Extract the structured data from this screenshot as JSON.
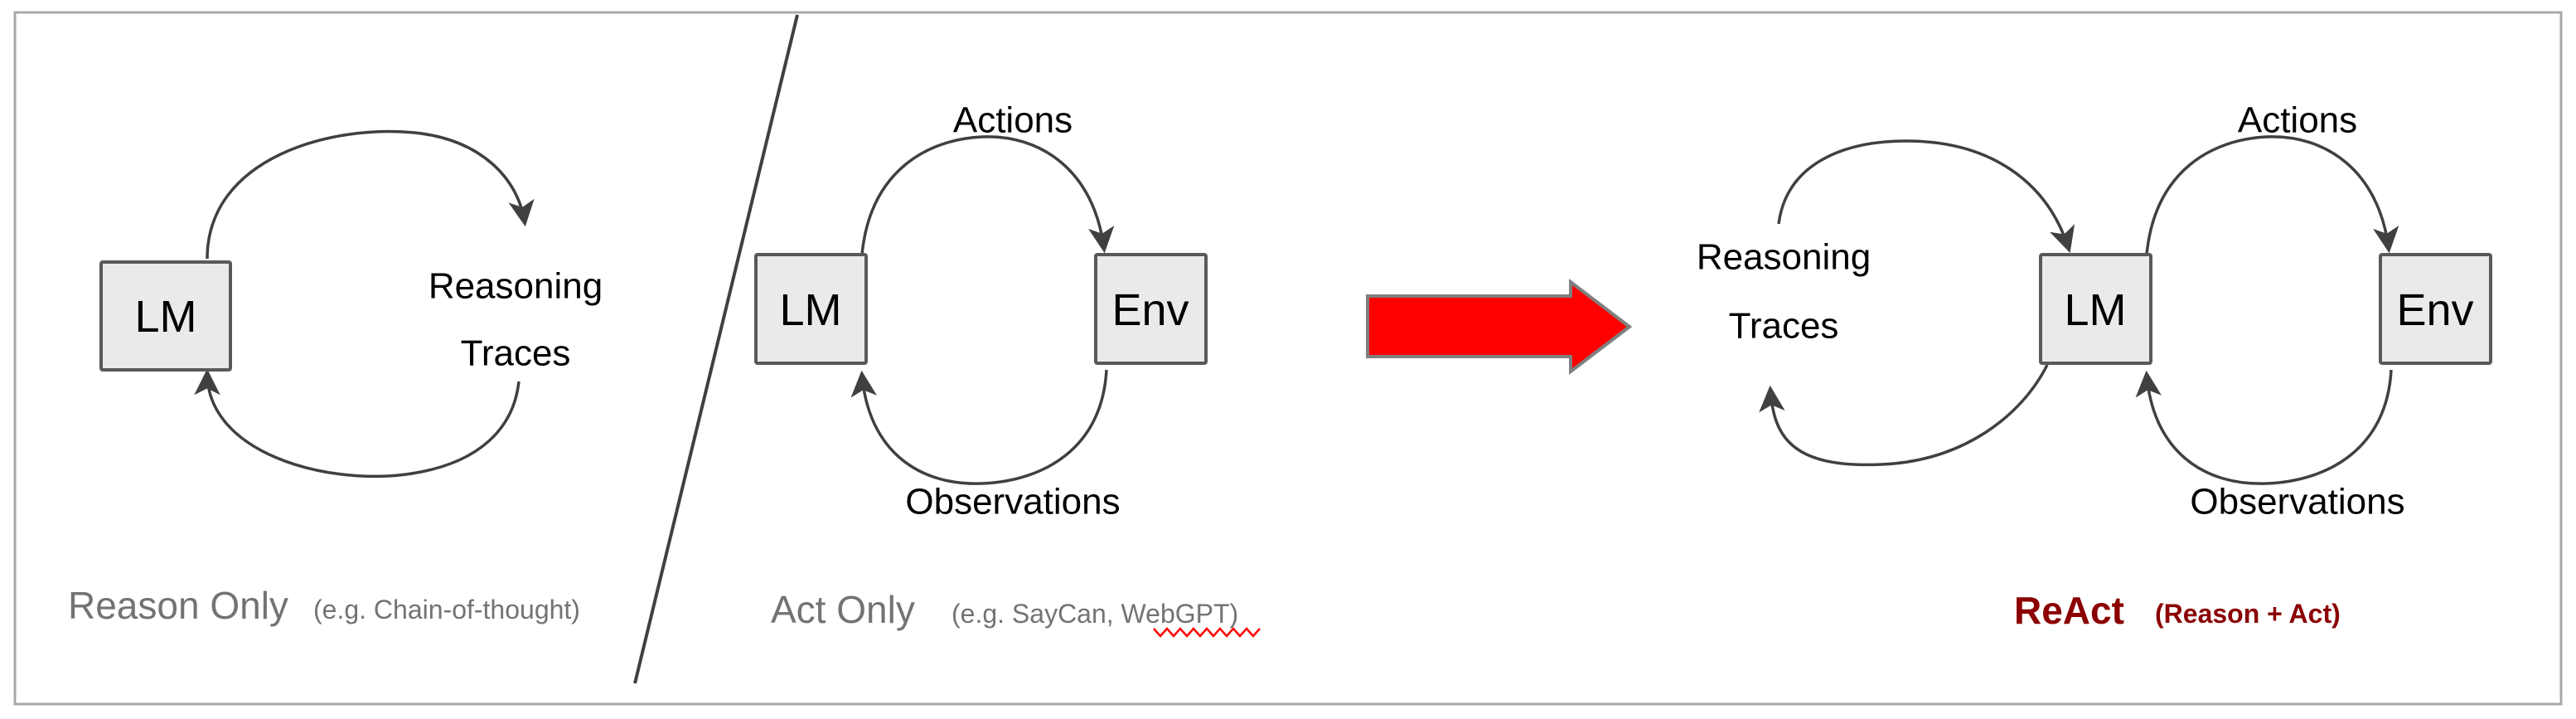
{
  "figure": {
    "title": "ReAct comparison diagram",
    "border_color": "#a8a8a8",
    "background": "#ffffff"
  },
  "colors": {
    "box_fill": "#eaeaea",
    "box_stroke": "#595959",
    "arrow_stroke": "#404040",
    "caption_gray": "#737373",
    "react_red": "#8b0000",
    "big_arrow_fill": "#ff0000",
    "big_arrow_stroke": "#7f7f7f",
    "divider": "#404040",
    "spellcheck_red": "#ff0000"
  },
  "panels": {
    "reason_only": {
      "boxes": [
        {
          "id": "lm",
          "label": "LM"
        }
      ],
      "loop_labels": {
        "line1": "Reasoning",
        "line2": "Traces"
      },
      "caption": {
        "main": "Reason Only",
        "sub": "(e.g. Chain-of-thought)"
      }
    },
    "act_only": {
      "boxes": [
        {
          "id": "lm",
          "label": "LM"
        },
        {
          "id": "env",
          "label": "Env"
        }
      ],
      "loop_labels": {
        "top": "Actions",
        "bottom": "Observations"
      },
      "caption": {
        "main": "Act Only",
        "sub": "(e.g. SayCan, WebGPT)",
        "spellcheck_word": "WebGPT"
      }
    },
    "react": {
      "boxes": [
        {
          "id": "lm",
          "label": "LM"
        },
        {
          "id": "env",
          "label": "Env"
        }
      ],
      "reason_loop_labels": {
        "line1": "Reasoning",
        "line2": "Traces"
      },
      "act_loop_labels": {
        "top": "Actions",
        "bottom": "Observations"
      },
      "caption": {
        "main": "ReAct",
        "sub": "(Reason + Act)"
      }
    }
  },
  "transition_arrow": {
    "name": "red-right-arrow",
    "direction": "right"
  }
}
